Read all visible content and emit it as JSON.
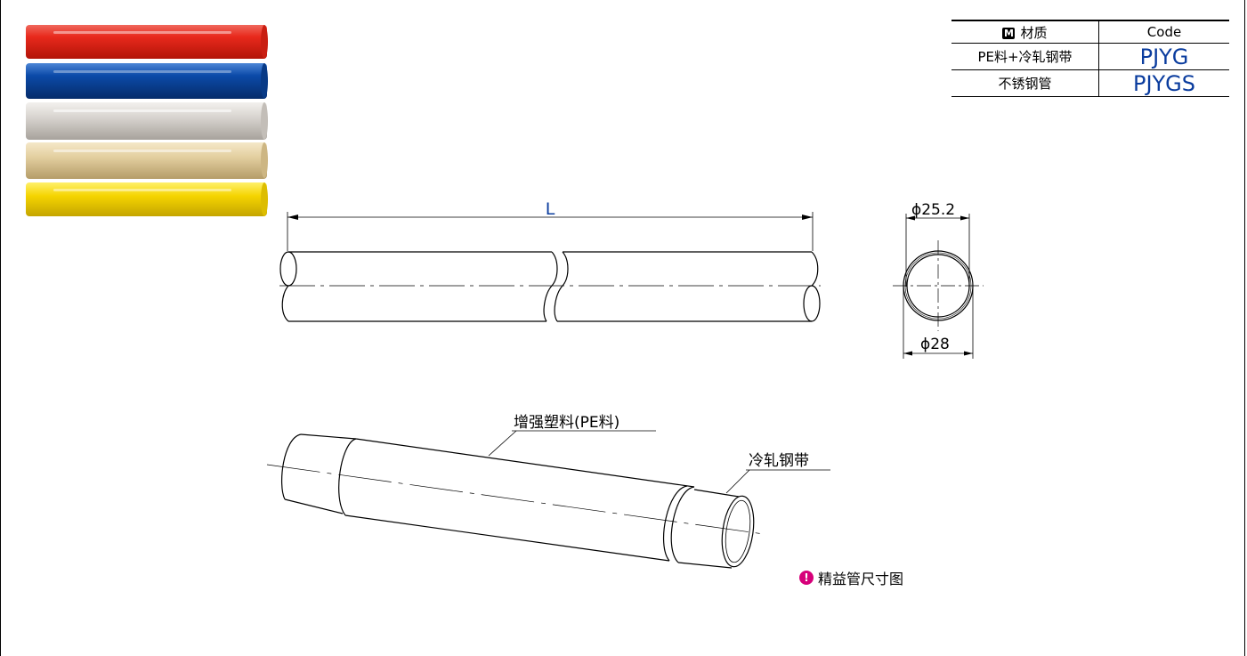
{
  "spec_table": {
    "header": {
      "material_badge": "M",
      "material": "材质",
      "code": "Code"
    },
    "rows": [
      {
        "material": "PE料+冷轧钢带",
        "code": "PJYG"
      },
      {
        "material": "不锈钢管",
        "code": "PJYGS"
      }
    ]
  },
  "color_swatches": [
    {
      "name": "red",
      "color": "#e8291c"
    },
    {
      "name": "blue",
      "color": "#0b4aa8"
    },
    {
      "name": "gray",
      "color": "#d8d4cf"
    },
    {
      "name": "beige",
      "color": "#e3cfa0"
    },
    {
      "name": "yellow",
      "color": "#f5d400"
    }
  ],
  "dimensions": {
    "length": "L",
    "inner_diameter": "ϕ25.2",
    "outer_diameter": "ϕ28"
  },
  "callouts": {
    "outer_layer": "增强塑料(PE料)",
    "inner_layer": "冷轧钢带"
  },
  "note": {
    "icon": "exclamation-icon",
    "text": "精益管尺寸图"
  }
}
